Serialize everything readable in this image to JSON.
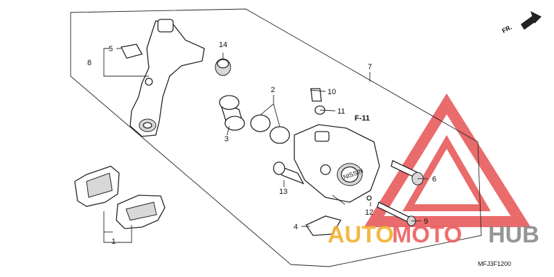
{
  "diagram": {
    "callouts": {
      "c1": "1",
      "c2": "2",
      "c3": "3",
      "c4": "4",
      "c5": "5",
      "c6": "6",
      "c7": "7",
      "c8": "8",
      "c9": "9",
      "c10": "10",
      "c11": "11",
      "c12": "12",
      "c13": "13",
      "c14": "14"
    },
    "section_ref": "F-11",
    "diagram_code": "MFJ3F1200",
    "direction_label": "FR.",
    "caliper_marking": "NISSIN"
  },
  "watermark": {
    "part1": "AUTO",
    "part2": "MOTO",
    "part3": "HUB",
    "colors": {
      "part1": "#f2b233",
      "part2": "#ec6060",
      "part3": "#8a8a8a",
      "triangle": "#e23a3a"
    }
  }
}
